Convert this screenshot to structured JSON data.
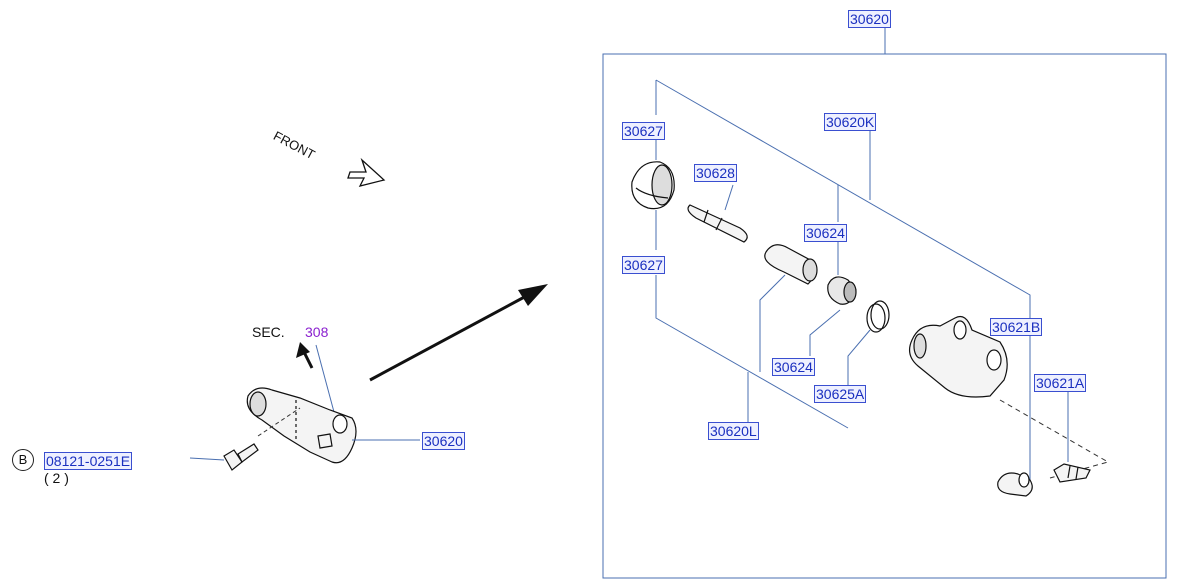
{
  "labels": {
    "top_assembly": "30620",
    "left_assembly": "30620",
    "bolt_part": "08121-0251E",
    "bolt_qty": "( 2 )",
    "bolt_circle": "B",
    "front": "FRONT",
    "sec_prefix": "SEC.",
    "sec_number": "308",
    "boot_upper": "30627",
    "boot_lower": "30627",
    "rod": "30628",
    "kit_k": "30620K",
    "piston_cup_upper": "30624",
    "piston_cup_lower": "30624",
    "spring": "30625A",
    "kit_l": "30620L",
    "bleeder_b": "30621B",
    "bleeder_a": "30621A"
  },
  "colors": {
    "label_text": "#1a2fbf",
    "label_border": "#3a4fd0",
    "sec_link": "#8a1fcf",
    "leader_line": "#4a6fb0",
    "part_stroke": "#111111"
  }
}
